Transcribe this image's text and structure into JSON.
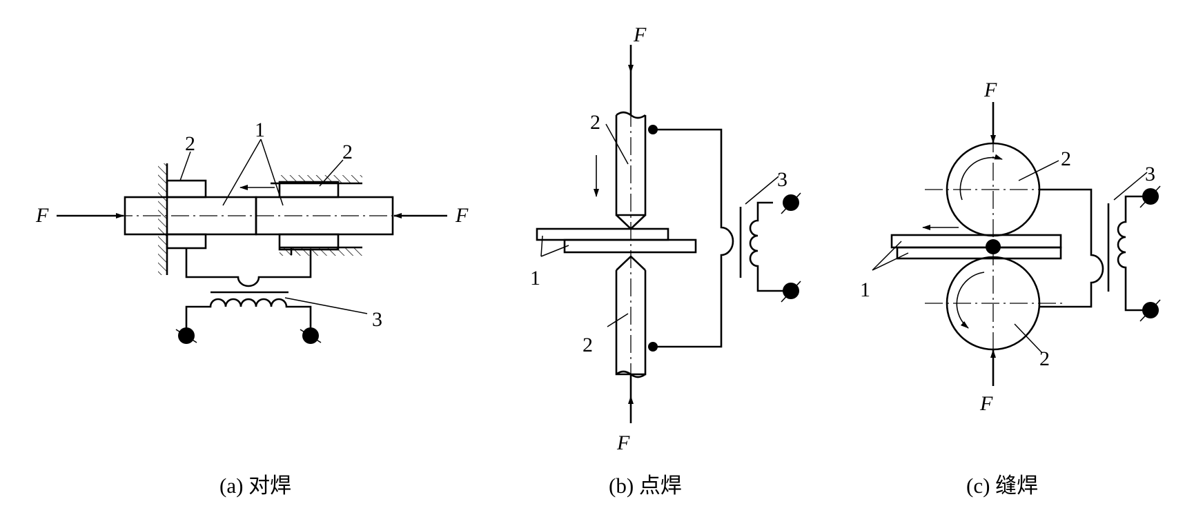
{
  "figure": {
    "panels": [
      {
        "id": "a",
        "caption": "(a) 对焊",
        "labels": {
          "workpiece": "1",
          "electrode_left": "2",
          "electrode_right": "2",
          "transformer": "3"
        },
        "force_left": "F",
        "force_right": "F"
      },
      {
        "id": "b",
        "caption": "(b) 点焊",
        "labels": {
          "workpiece": "1",
          "electrode_top": "2",
          "electrode_bottom": "2",
          "transformer": "3"
        },
        "force_top": "F",
        "force_bottom": "F"
      },
      {
        "id": "c",
        "caption": "(c) 缝焊",
        "labels": {
          "workpiece": "1",
          "roller_top": "2",
          "roller_bottom": "2",
          "transformer": "3"
        },
        "force_top": "F",
        "force_bottom": "F"
      }
    ]
  }
}
